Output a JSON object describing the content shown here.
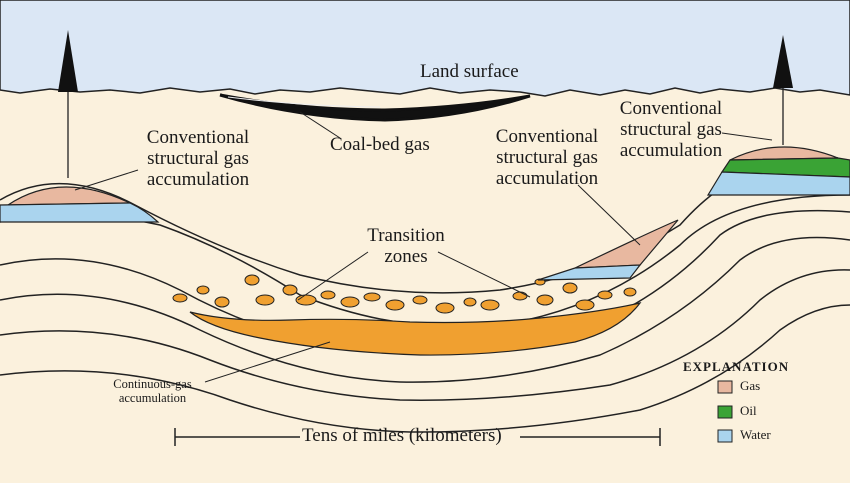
{
  "labels": {
    "land_surface": "Land surface",
    "coal_bed_gas": "Coal-bed gas",
    "conventional_left": [
      "Conventional",
      "structural gas",
      "accumulation"
    ],
    "conventional_mid": [
      "Conventional",
      "structural gas",
      "accumulation"
    ],
    "conventional_right": [
      "Conventional",
      "structural gas",
      "accumulation"
    ],
    "transition": [
      "Transition",
      "zones"
    ],
    "continuous": [
      "Continuous-gas",
      "accumulation"
    ],
    "scale": "Tens of miles (kilometers)"
  },
  "legend": {
    "title": "EXPLANATION",
    "items": [
      {
        "label": "Gas",
        "color": "#e8b8a0"
      },
      {
        "label": "Oil",
        "color": "#3aa335"
      },
      {
        "label": "Water",
        "color": "#aad4ee"
      }
    ]
  },
  "colors": {
    "sky": "#dbe7f5",
    "ground": "#fbf1dd",
    "continuous_gas": "#f0a030",
    "outline": "#222222"
  }
}
